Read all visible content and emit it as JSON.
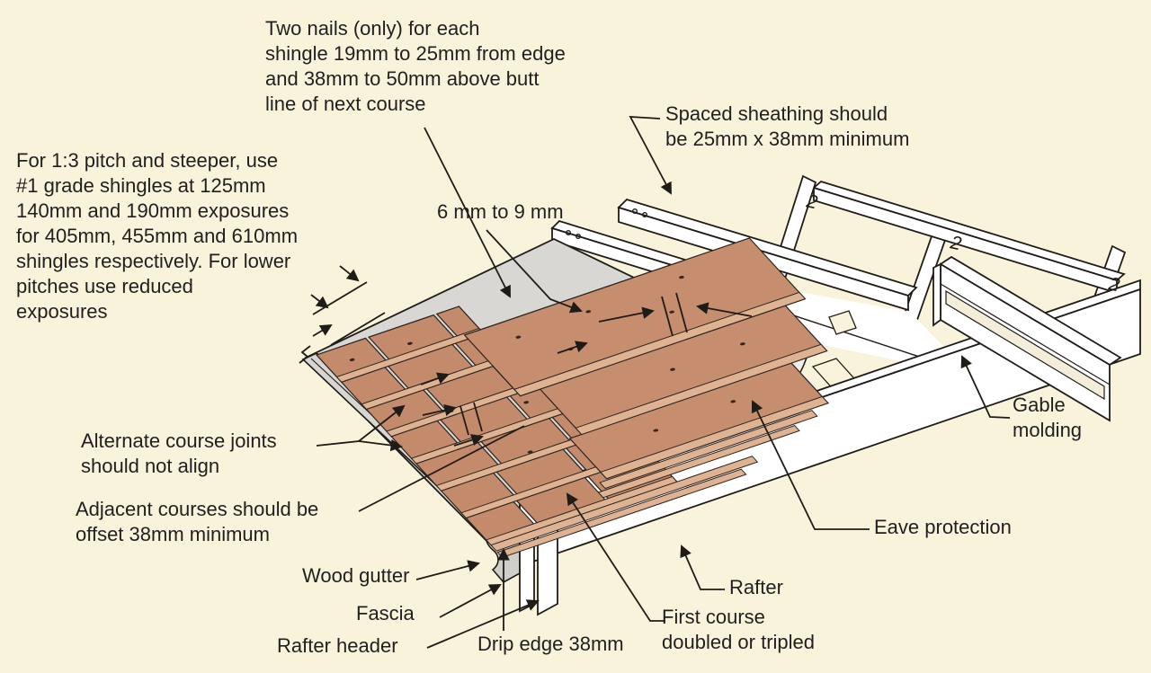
{
  "colors": {
    "background": "#faf3dc",
    "shingle_face": "#c58c6e",
    "shingle_butt": "#dfb292",
    "membrane_gray": "#d8d7d3",
    "wood_white": "#ffffff",
    "outline": "#1f1b17",
    "text": "#1f1f1f"
  },
  "annotations": {
    "two_nails": {
      "lines": [
        "Two nails (only) for each",
        "shingle 19mm to 25mm from edge",
        "and 38mm to 50mm above butt",
        "line of next course"
      ]
    },
    "pitch_note": {
      "lines": [
        "For 1:3 pitch and steeper, use",
        "#1 grade shingles at 125mm",
        "140mm and 190mm exposures",
        "for 405mm, 455mm and 610mm",
        "shingles respectively. For lower",
        "pitches use reduced",
        "exposures"
      ]
    },
    "spaced_sheathing": {
      "lines": [
        "Spaced sheathing should",
        "be 25mm x 38mm minimum"
      ]
    },
    "gap_size": {
      "text": "6 mm to 9 mm"
    },
    "gable_molding": {
      "lines": [
        "Gable",
        "molding"
      ]
    },
    "eave_protection": {
      "text": "Eave protection"
    },
    "alternate_joints": {
      "lines": [
        "Alternate course joints",
        "should not align"
      ]
    },
    "adjacent_courses": {
      "lines": [
        "Adjacent courses should be",
        "offset 38mm minimum"
      ]
    },
    "wood_gutter": {
      "text": "Wood gutter"
    },
    "fascia": {
      "text": "Fascia"
    },
    "rafter_header": {
      "text": "Rafter header"
    },
    "drip_edge": {
      "text": "Drip edge 38mm"
    },
    "first_course": {
      "lines": [
        "First course",
        "doubled or tripled"
      ]
    },
    "rafter": {
      "text": "Rafter"
    },
    "break_mark": "2"
  }
}
